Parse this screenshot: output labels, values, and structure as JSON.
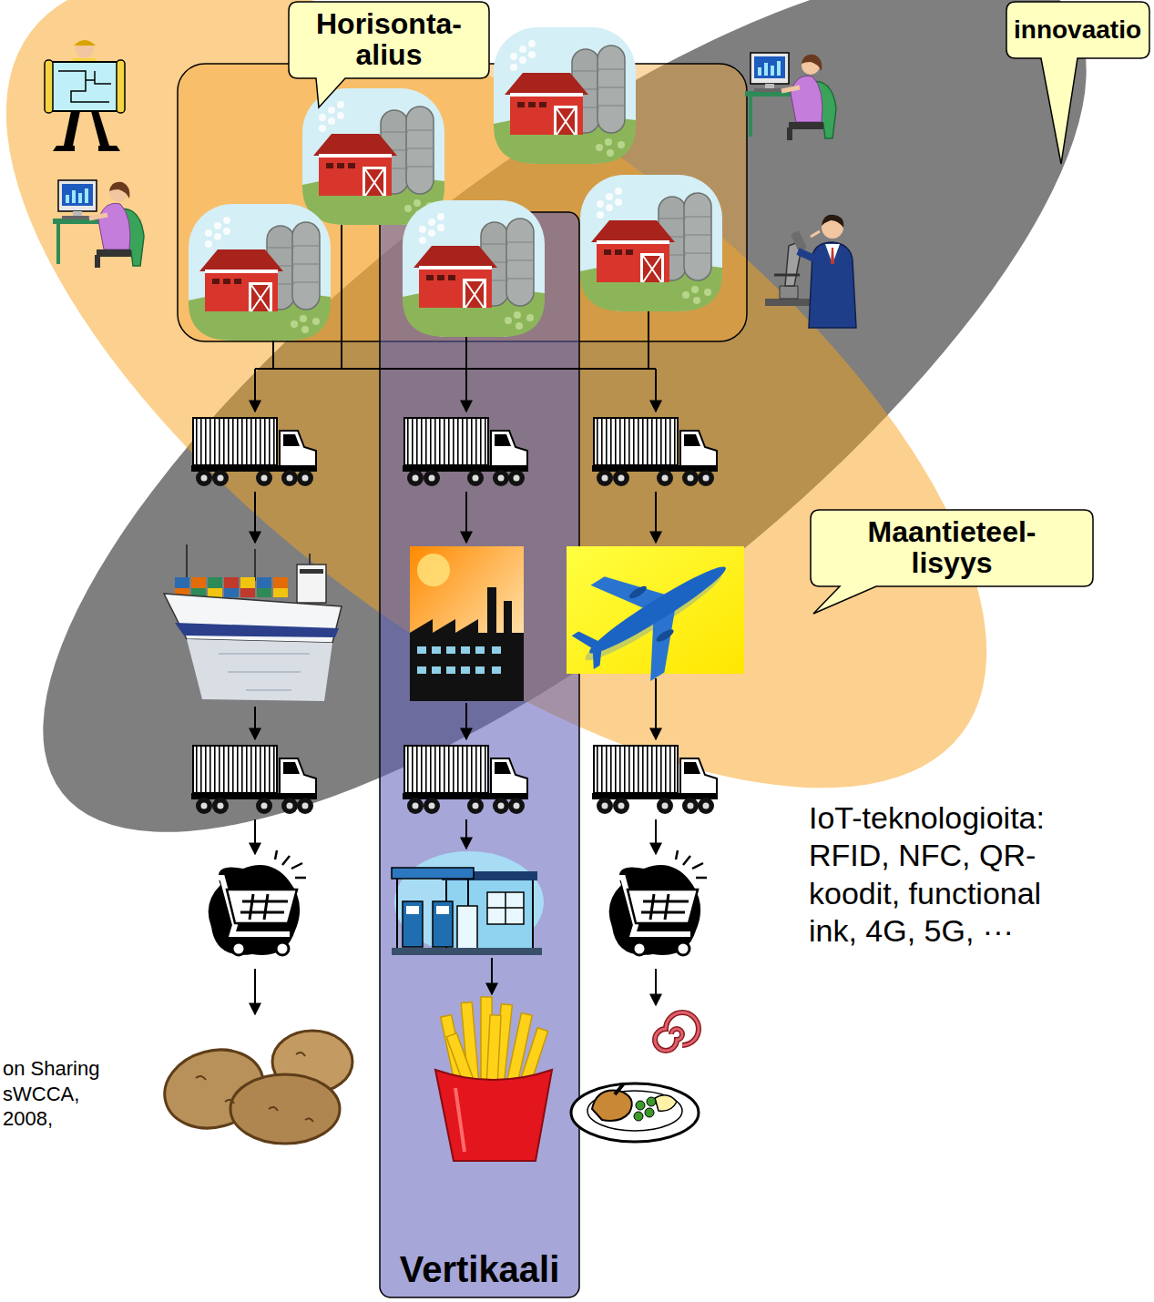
{
  "diagram": {
    "nodes": [
      {
        "text": [
          "Horisonta- alius"
        ]
      },
      {
        "text": [
          "innovaatio"
        ]
      },
      {
        "text": [
          "Maantieteel- lisyys"
        ]
      },
      {
        "text": [
          "Vertikaali"
        ]
      }
    ],
    "labels": [
      "IoT-teknologioita: RFID, NFC, QR-koodit, functional ink, 4G, 5G, ···",
      "on Sharing sWCCA, 2008,"
    ]
  }
}
